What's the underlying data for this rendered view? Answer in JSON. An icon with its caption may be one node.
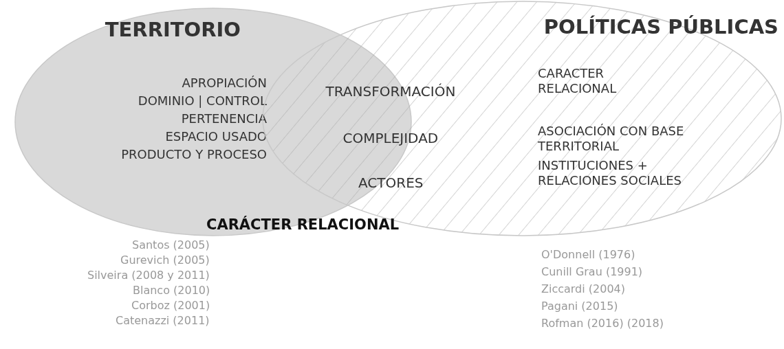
{
  "diagram": {
    "nodes": [
      {
        "text": [
          "TERRITORIO",
          "APROPIACIÓN",
          "DOMINIO | CONTROL",
          "PERTENENCIA",
          "ESPACIO USADO",
          "PRODUCTO Y PROCESO"
        ]
      },
      {
        "text": [
          "POLÍTICAS PÚBLICAS",
          "CARACTER RELACIONAL",
          "ASOCIACIÓN CON BASE TERRITORIAL",
          "INSTITUCIONES + RELACIONES SOCIALES"
        ]
      }
    ],
    "labels": [
      "TRANSFORMACIÓN",
      "COMPLEJIDAD",
      "ACTORES",
      "CARÁCTER RELACIONAL",
      "Santos (2005)",
      "Gurevich (2005)",
      "Silveira (2008 y 2011)",
      "Blanco (2010)",
      "Corboz (2001)",
      "Catenazzi (2011)",
      "O'Donnell (1976)",
      "Cunill Grau (1991)",
      "Ziccardi (2004)",
      "Pagani (2015)",
      "Rofman (2016) (2018)"
    ]
  }
}
